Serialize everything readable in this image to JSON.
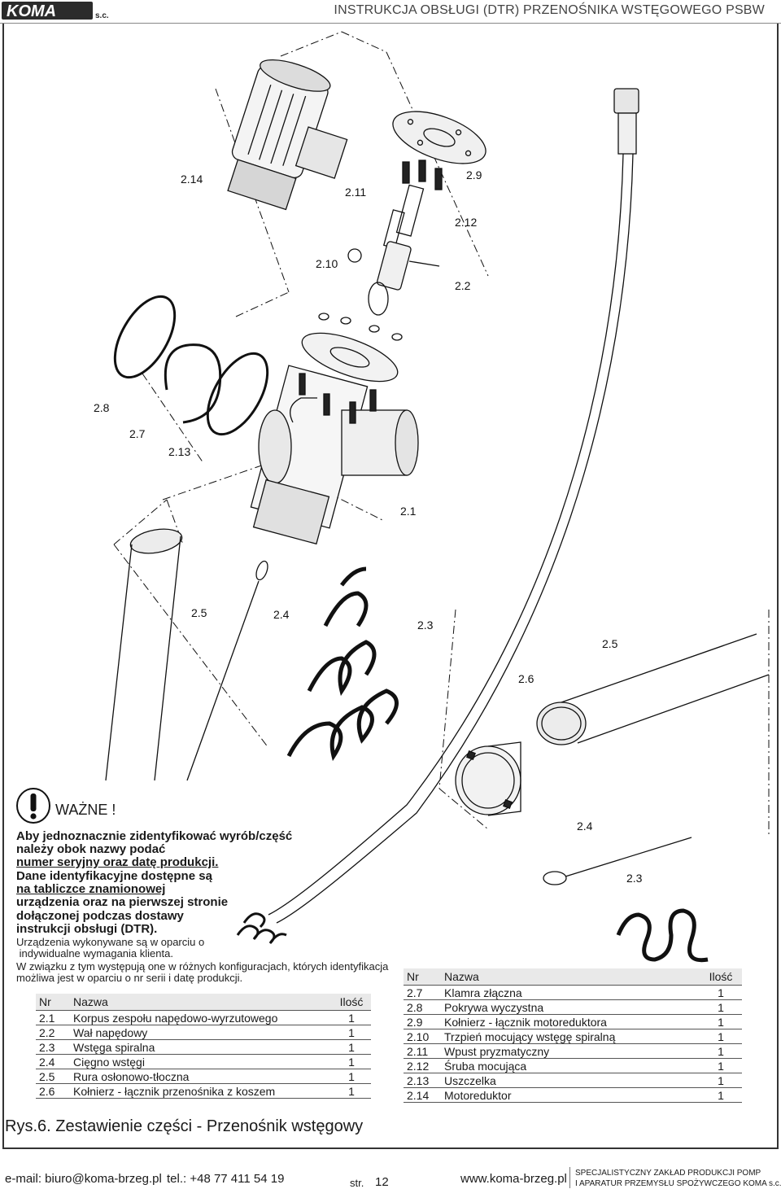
{
  "header": {
    "logo_text": "KOMA",
    "logo_suffix": "s.c.",
    "title": "INSTRUKCJA OBSŁUGI (DTR) PRZENOŚNIKA WSTĘGOWEGO PSBW"
  },
  "drawing_labels": {
    "l_2_14": "2.14",
    "l_2_11": "2.11",
    "l_2_9": "2.9",
    "l_2_12": "2.12",
    "l_2_10": "2.10",
    "l_2_2": "2.2",
    "l_2_8": "2.8",
    "l_2_7": "2.7",
    "l_2_13": "2.13",
    "l_2_1": "2.1",
    "l_2_5a": "2.5",
    "l_2_4a": "2.4",
    "l_2_3a": "2.3",
    "l_2_5b": "2.5",
    "l_2_6": "2.6",
    "l_2_4b": "2.4",
    "l_2_3b": "2.3"
  },
  "warning": {
    "icon": "exclamation-icon",
    "title": "WAŻNE !",
    "line1": "Aby jednoznacznie zidentyfikować wyrób/część",
    "line2": "należy obok nazwy podać",
    "line3": "numer seryjny oraz datę produkcji.",
    "line4": "Dane identyfikacyjne dostępne są",
    "line5": "na tabliczce znamionowej",
    "line6": "urządzenia oraz na pierwszej stronie",
    "line7": "dołączonej podczas dostawy",
    "line8": "instrukcji obsługi (DTR).",
    "small1": "Urządzenia wykonywane są w oparciu o",
    "small2": " indywidualne wymagania klienta.",
    "small3": "W związku z tym występują one w różnych konfiguracjach, których identyfikacja",
    "small4": "możliwa jest w oparciu o nr serii i datę produkcji."
  },
  "table_left": {
    "headers": {
      "nr": "Nr",
      "name": "Nazwa",
      "qty": "Ilość"
    },
    "rows": [
      {
        "nr": "2.1",
        "name": "Korpus zespołu napędowo-wyrzutowego",
        "qty": "1"
      },
      {
        "nr": "2.2",
        "name": "Wał napędowy",
        "qty": "1"
      },
      {
        "nr": "2.3",
        "name": "Wstęga spiralna",
        "qty": "1"
      },
      {
        "nr": "2.4",
        "name": "Cięgno wstęgi",
        "qty": "1"
      },
      {
        "nr": "2.5",
        "name": "Rura osłonowo-tłoczna",
        "qty": "1"
      },
      {
        "nr": "2.6",
        "name": "Kołnierz - łącznik przenośnika z koszem",
        "qty": "1"
      }
    ]
  },
  "table_right": {
    "headers": {
      "nr": "Nr",
      "name": "Nazwa",
      "qty": "Ilość"
    },
    "rows": [
      {
        "nr": "2.7",
        "name": "Klamra złączna",
        "qty": "1"
      },
      {
        "nr": "2.8",
        "name": "Pokrywa wyczystna",
        "qty": "1"
      },
      {
        "nr": "2.9",
        "name": "Kołnierz - łącznik motoreduktora",
        "qty": "1"
      },
      {
        "nr": "2.10",
        "name": "Trzpień mocujący wstęgę spiralną",
        "qty": "1"
      },
      {
        "nr": "2.11",
        "name": "Wpust pryzmatyczny",
        "qty": "1"
      },
      {
        "nr": "2.12",
        "name": "Śruba mocująca",
        "qty": "1"
      },
      {
        "nr": "2.13",
        "name": "Uszczelka",
        "qty": "1"
      },
      {
        "nr": "2.14",
        "name": "Motoreduktor",
        "qty": "1"
      }
    ]
  },
  "caption": "Rys.6. Zestawienie części - Przenośnik wstęgowy",
  "footer": {
    "email": "e-mail: biuro@koma-brzeg.pl",
    "tel": "tel.: +48 77 411 54 19",
    "page_label": "str.",
    "page_num": "12",
    "www": "www.koma-brzeg.pl",
    "company1": "SPECJALISTYCZNY ZAKŁAD PRODUKCJI POMP",
    "company2": "I APARATUR PRZEMYSŁU SPOŻYWCZEGO KOMA s.c."
  }
}
